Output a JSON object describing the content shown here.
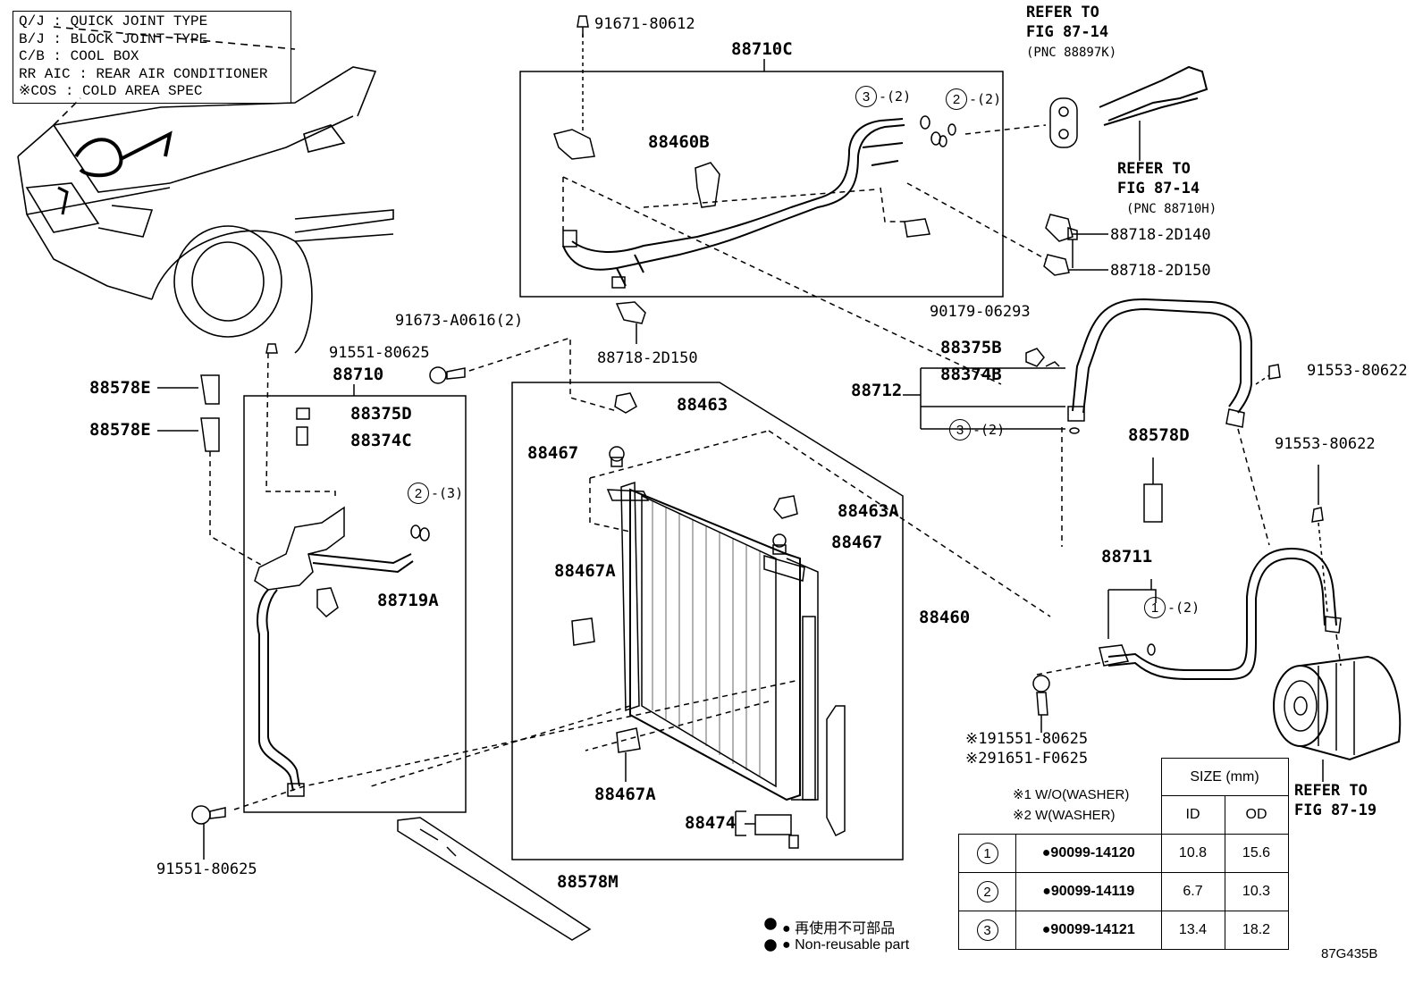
{
  "legend": [
    "Q/J : QUICK JOINT TYPE",
    "B/J : BLOCK JOINT TYPE",
    "C/B : COOL BOX",
    "RR AIC : REAR AIR CONDITIONER",
    "※COS : COLD AREA SPEC"
  ],
  "labels": {
    "p91671": "91671-80612",
    "p88710C": "88710C",
    "refer1_a": "REFER TO",
    "refer1_b": "FIG 87-14",
    "refer1_c": "(PNC 88897K)",
    "c3a_num": "3",
    "c3a_q": "-(2)",
    "c2a_num": "2",
    "c2a_q": "-(2)",
    "p88460B": "88460B",
    "refer2_a": "REFER TO",
    "refer2_b": "FIG 87-14",
    "refer2_c": "(PNC 88710H)",
    "p88718_2D140": "88718-2D140",
    "p88718_2D150a": "88718-2D150",
    "p90179": "90179-06293",
    "p91673": "91673-A0616(2)",
    "p88718_2D150b": "88718-2D150",
    "p91551a": "91551-80625",
    "p88710": "88710",
    "p88578E1": "88578E",
    "p88578E2": "88578E",
    "p88375D": "88375D",
    "p88374C": "88374C",
    "c2b_num": "2",
    "c2b_q": "-(3)",
    "p88719A": "88719A",
    "p88463": "88463",
    "p88467a": "88467",
    "p88463A": "88463A",
    "p88467b": "88467",
    "p88467A1": "88467A",
    "p88467A2": "88467A",
    "p88460": "88460",
    "p88474": "88474",
    "p88578M": "88578M",
    "p91551b": "91551-80625",
    "p88375B": "88375B",
    "p88374B": "88374B",
    "p88712": "88712",
    "c3b_num": "3",
    "c3b_q": "-(2)",
    "p91553a": "91553-80622",
    "p88578D": "88578D",
    "p91553b": "91553-80622",
    "p88711": "88711",
    "c1_num": "1",
    "c1_q": "-(2)",
    "w1": "※191551-80625",
    "w2": "※291651-F0625",
    "refer3_a": "REFER TO",
    "refer3_b": "FIG 87-19",
    "fig_code": "87G435B"
  },
  "notes": {
    "jp": "● 再使用不可部品",
    "en": "● Non-reusable part"
  },
  "table": {
    "size_header": "SIZE (mm)",
    "washer1": "※1 W/O(WASHER)",
    "washer2": "※2 W(WASHER)",
    "col_id": "ID",
    "col_od": "OD",
    "rows": [
      {
        "key": "1",
        "part": "●90099-14120",
        "id": "10.8",
        "od": "15.6"
      },
      {
        "key": "2",
        "part": "●90099-14119",
        "id": "6.7",
        "od": "10.3"
      },
      {
        "key": "3",
        "part": "●90099-14121",
        "id": "13.4",
        "od": "18.2"
      }
    ]
  }
}
